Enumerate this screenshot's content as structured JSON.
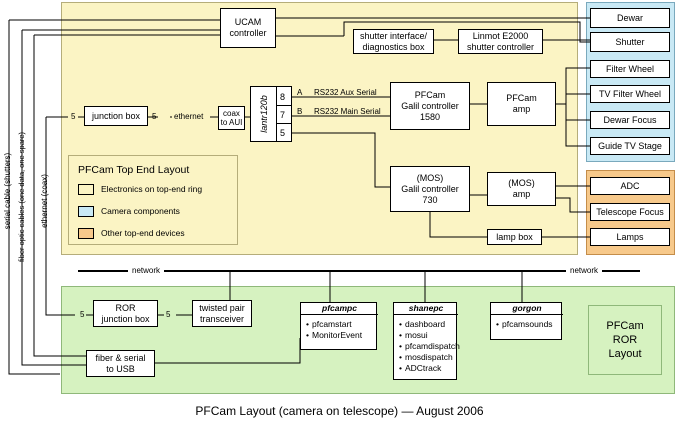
{
  "top_end": {
    "ucam": "UCAM\ncontroller",
    "shutter_interface": "shutter interface/\ndiagnostics box",
    "linmot": "Linmot E2000\nshutter controller",
    "junction_box": "junction box",
    "coax_aui": "coax\nto AUI",
    "lantr": "lantr120b",
    "port8": "8",
    "port7": "7",
    "port5": "5",
    "serial_a": "A",
    "serial_b": "B",
    "rs232_aux": "RS232 Aux Serial",
    "rs232_main": "RS232 Main Serial",
    "pfcam_galil": "PFCam\nGalil controller\n1580",
    "pfcam_amp": "PFCam\namp",
    "mos_galil": "(MOS)\nGalil controller\n730",
    "mos_amp": "(MOS)\namp",
    "lamp_box": "lamp box",
    "ethernet_label": "ethernet",
    "jb_left_count": "5",
    "jb_right_count": "5"
  },
  "legend": {
    "title": "PFCam Top End Layout",
    "items": [
      {
        "label": "Electronics on top-end ring",
        "color": "#fbf4c4"
      },
      {
        "label": "Camera components",
        "color": "#c9e9f5"
      },
      {
        "label": "Other top-end devices",
        "color": "#f7c98b"
      }
    ]
  },
  "camera_components": [
    "Dewar",
    "Shutter",
    "Filter Wheel",
    "TV Filter Wheel",
    "Dewar Focus",
    "Guide TV Stage"
  ],
  "other_devices": [
    "ADC",
    "Telescope Focus",
    "Lamps"
  ],
  "cables": [
    "serial cable (shutters)",
    "fiber optic cables (one data, one spare)",
    "ethernet (coax)"
  ],
  "network": {
    "left_label": "network",
    "right_label": "network"
  },
  "ror": {
    "junction_box": "ROR\njunction box",
    "twisted_pair": "twisted pair\ntransceiver",
    "fiber_serial": "fiber & serial\nto USB",
    "jb_left_count": "5",
    "jb_right_count": "5",
    "layout_label": "PFCam\nROR\nLayout"
  },
  "computers": [
    {
      "name": "pfcampc",
      "items": [
        "pfcamstart",
        "MonitorEvent"
      ]
    },
    {
      "name": "shanepc",
      "items": [
        "dashboard",
        "mosui",
        "pfcamdispatch",
        "mosdispatch",
        "ADCtrack"
      ]
    },
    {
      "name": "gorgon",
      "items": [
        "pfcamsounds"
      ]
    }
  ],
  "caption": "PFCam Layout (camera on telescope)  —  August 2006",
  "colors": {
    "yellow": "#fbf4c4",
    "blue": "#c9e9f5",
    "orange": "#f7c98b",
    "green": "#d6f2c0",
    "border": "#8c8c70"
  }
}
